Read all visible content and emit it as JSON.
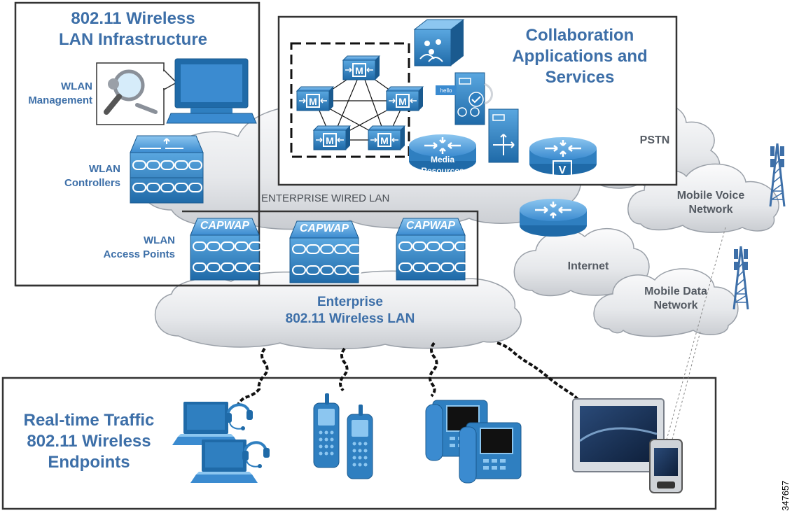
{
  "titles": {
    "wlan_infra": [
      "802.11 Wireless",
      "LAN Infrastructure"
    ],
    "collab": [
      "Collaboration",
      "Applications and",
      "Services"
    ],
    "endpoints": [
      "Real-time Traffic",
      "802.11 Wireless",
      "Endpoints"
    ]
  },
  "labels": {
    "wlan_management": [
      "WLAN",
      "Management"
    ],
    "wlan_controllers": [
      "WLAN",
      "Controllers"
    ],
    "wlan_access_points": [
      "WLAN",
      "Access Points"
    ],
    "enterprise_wired_lan": "ENTERPRISE WIRED LAN",
    "enterprise_wlan": [
      "Enterprise",
      "802.11 Wireless  LAN"
    ],
    "pstn": "PSTN",
    "mobile_voice": [
      "Mobile Voice",
      "Network"
    ],
    "internet": "Internet",
    "mobile_data": [
      "Mobile Data",
      "Network"
    ],
    "media_resources": [
      "Media",
      "Resources"
    ],
    "capwap": "CAPWAP",
    "mcu": "M",
    "voice_gw": "V",
    "hello": "hello"
  },
  "figure_id": "347657",
  "colors": {
    "accent_blue": "#3d6fa8",
    "device_blue": "#2f7fc0",
    "cloud_gray": "#e9ebee",
    "frame": "#333333"
  },
  "icons": [
    "magnifier-wrench-icon",
    "monitor-icon",
    "wlan-controller-icon",
    "access-point-icon",
    "mcu-icon",
    "collaboration-cube-icon",
    "server-icon",
    "router-icon",
    "voice-gateway-icon",
    "cell-tower-icon",
    "laptop-icon",
    "headset-icon",
    "wireless-handset-icon",
    "ip-phone-icon",
    "tablet-icon",
    "smartphone-icon"
  ]
}
